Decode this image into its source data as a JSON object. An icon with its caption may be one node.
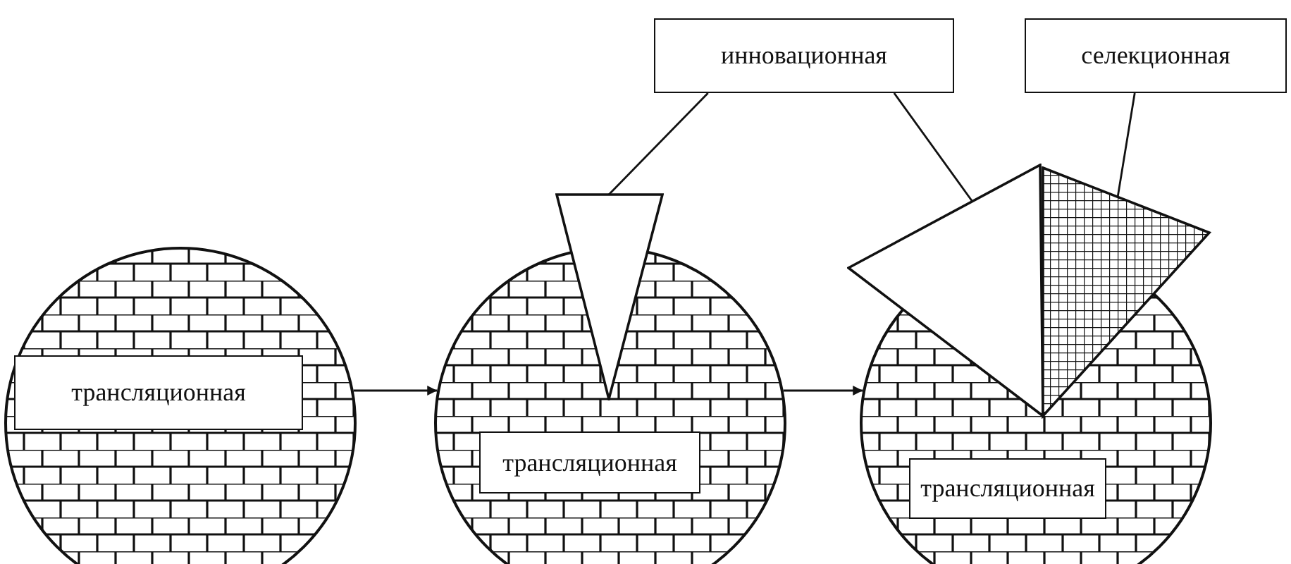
{
  "diagram": {
    "nodes": [
      {
        "text": [
          "инновационная"
        ]
      },
      {
        "text": [
          "селекционная"
        ]
      },
      {
        "text": [],
        "shape": "circle"
      },
      {
        "text": [
          "трансляционная"
        ],
        "in": 2
      },
      {
        "text": [],
        "shape": "circle"
      },
      {
        "text": [],
        "shape": "triangle"
      },
      {
        "text": [
          "трансляционная"
        ],
        "in": 4
      },
      {
        "text": [],
        "shape": "circle"
      },
      {
        "text": [],
        "shape": "triangle"
      },
      {
        "text": [],
        "shape": "triangle"
      },
      {
        "text": [
          "трансляционная"
        ],
        "in": 7
      }
    ],
    "edges": [
      {
        "from": 2,
        "to": 4,
        "arrow": "to"
      },
      {
        "from": 4,
        "to": 7,
        "arrow": "to"
      },
      {
        "from": 0,
        "to": 5,
        "arrow": "none"
      },
      {
        "from": 0,
        "to": 8,
        "arrow": "none"
      },
      {
        "from": 1,
        "to": 9,
        "arrow": "none"
      }
    ]
  }
}
